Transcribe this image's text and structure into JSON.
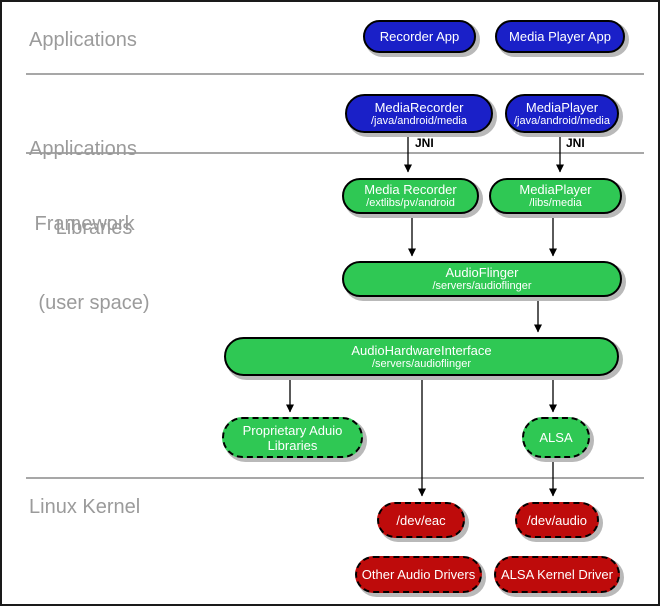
{
  "sections": {
    "applications": {
      "label": "Applications"
    },
    "framework": {
      "line1": "Applications",
      "line2": " Framework"
    },
    "libraries": {
      "line1": "Libraries",
      "line2": "(user space)"
    },
    "kernel": {
      "label": "Linux Kernel"
    }
  },
  "nodes": {
    "recorder_app": {
      "title": "Recorder App"
    },
    "media_player_app": {
      "title": "Media Player App"
    },
    "media_recorder_fw": {
      "title": "MediaRecorder",
      "subtitle": "/java/android/media"
    },
    "media_player_fw": {
      "title": "MediaPlayer",
      "subtitle": "/java/android/media"
    },
    "media_recorder_lib": {
      "title": "Media Recorder",
      "subtitle": "/extlibs/pv/android"
    },
    "media_player_lib": {
      "title": "MediaPlayer",
      "subtitle": "/libs/media"
    },
    "audioflinger": {
      "title": "AudioFlinger",
      "subtitle": "/servers/audioflinger"
    },
    "audio_hardware_interface": {
      "title": "AudioHardwareInterface",
      "subtitle": "/servers/audioflinger"
    },
    "proprietary_audio_libraries": {
      "title": "Proprietary Aduio Libraries"
    },
    "alsa": {
      "title": "ALSA"
    },
    "dev_eac": {
      "title": "/dev/eac"
    },
    "dev_audio": {
      "title": "/dev/audio"
    },
    "other_audio_drivers": {
      "title": "Other Audio Drivers"
    },
    "alsa_kernel_driver": {
      "title": "ALSA Kernel Driver"
    }
  },
  "edges": {
    "jni_label": "JNI"
  },
  "colors": {
    "app_blue": "#1a20c8",
    "lib_green": "#2fc854",
    "kernel_red": "#be0b0b",
    "shadow": "#b9b9b9",
    "section_label_gray": "#9b9b9b",
    "separator_gray": "#8a8a8a"
  }
}
